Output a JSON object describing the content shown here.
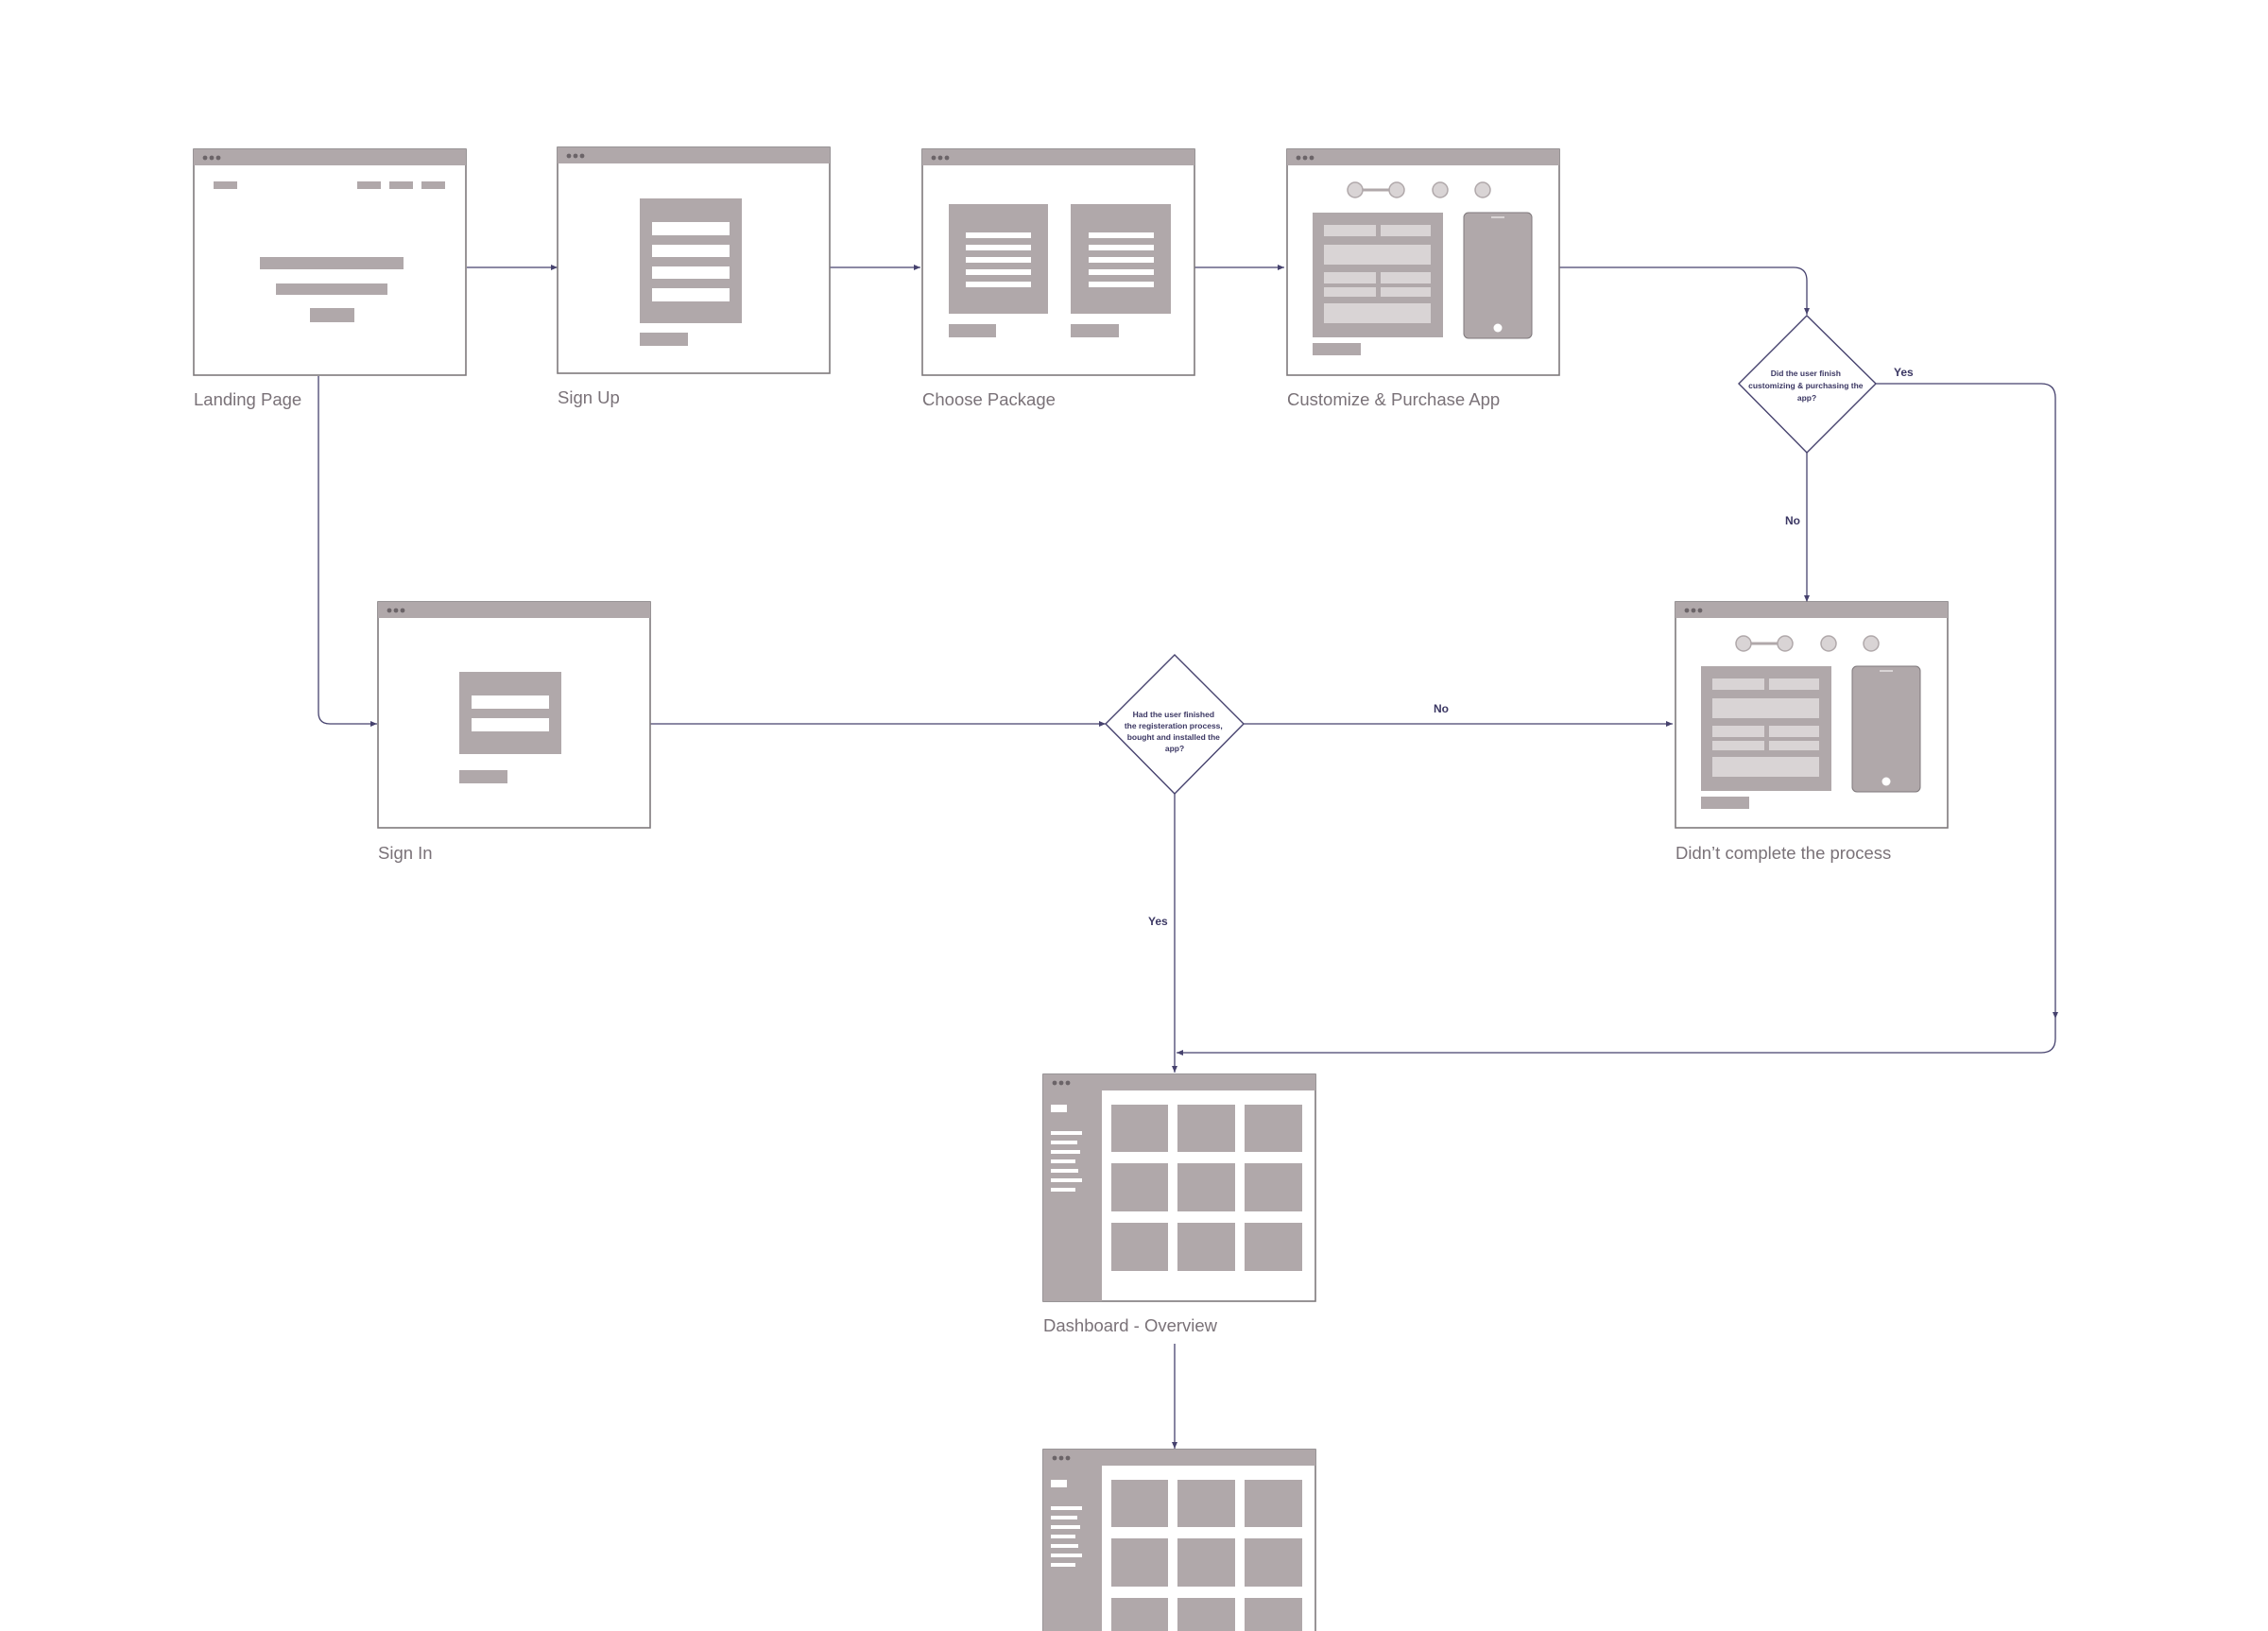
{
  "colors": {
    "frame_border": "#7f797c",
    "wire_gray": "#b0a8aa",
    "wire_light": "#d9d4d5",
    "connector": "#46426e",
    "label_text": "#7a7278",
    "background": "#ffffff"
  },
  "screens": {
    "landing": {
      "label": "Landing Page"
    },
    "signup": {
      "label": "Sign Up"
    },
    "package": {
      "label": "Choose Package"
    },
    "customize": {
      "label": "Customize & Purchase App"
    },
    "signin": {
      "label": "Sign In"
    },
    "incomplete": {
      "label": "Didn’t complete the process"
    },
    "dashboard": {
      "label": "Dashboard - Overview"
    },
    "dashboard2": {
      "label": ""
    }
  },
  "decisions": {
    "purchase_check": {
      "lines": [
        "Did the user finish",
        "customizing & purchasing the",
        "app?"
      ]
    },
    "registration_check": {
      "lines": [
        "Had the user finished",
        "the registeration process,",
        "bought and installed the",
        "app?"
      ]
    }
  },
  "edge_labels": {
    "purchase_yes": "Yes",
    "purchase_no": "No",
    "registration_no": "No",
    "registration_yes": "Yes"
  }
}
